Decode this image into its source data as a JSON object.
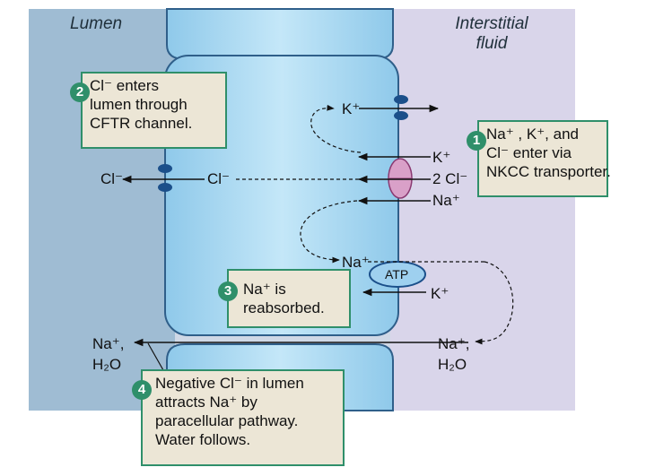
{
  "regions": {
    "lumen": "Lumen",
    "interstitial_line1": "Interstitial",
    "interstitial_line2": "fluid"
  },
  "callouts": {
    "step1": {
      "number": "1",
      "lines": [
        "Na⁺ , K⁺, and",
        "Cl⁻ enter via",
        "NKCC transporter."
      ]
    },
    "step2": {
      "number": "2",
      "lines": [
        "Cl⁻ enters",
        "lumen through",
        "CFTR channel."
      ]
    },
    "step3": {
      "number": "3",
      "lines": [
        "Na⁺ is",
        "reabsorbed."
      ]
    },
    "step4": {
      "number": "4",
      "lines": [
        "Negative Cl⁻ in lumen",
        "attracts Na⁺ by",
        "paracellular pathway.",
        "Water follows."
      ]
    }
  },
  "ions": {
    "k_top": "K⁺",
    "nkcc_k": "K⁺",
    "nkcc_cl": "2 Cl⁻",
    "nkcc_na": "Na⁺",
    "cl_cell": "Cl⁻",
    "cl_lumen": "Cl⁻",
    "na_pump": "Na⁺",
    "k_pump": "K⁺",
    "atp": "ATP",
    "para_lumen_na": "Na⁺,",
    "para_lumen_h2o": "H₂O",
    "para_interstitial_na": "Na⁺,",
    "para_interstitial_h2o": "H₂O"
  },
  "colors": {
    "lumen": "#9fbcd3",
    "interstitial": "#d9d5ea",
    "cell": "#a7d7ef",
    "cell_border": "#2f5f8a",
    "callout_border": "#2f8f6a",
    "callout_fill": "#ece6d6",
    "channel": "#1b4f8a",
    "nkcc": "#d9a0c8"
  }
}
